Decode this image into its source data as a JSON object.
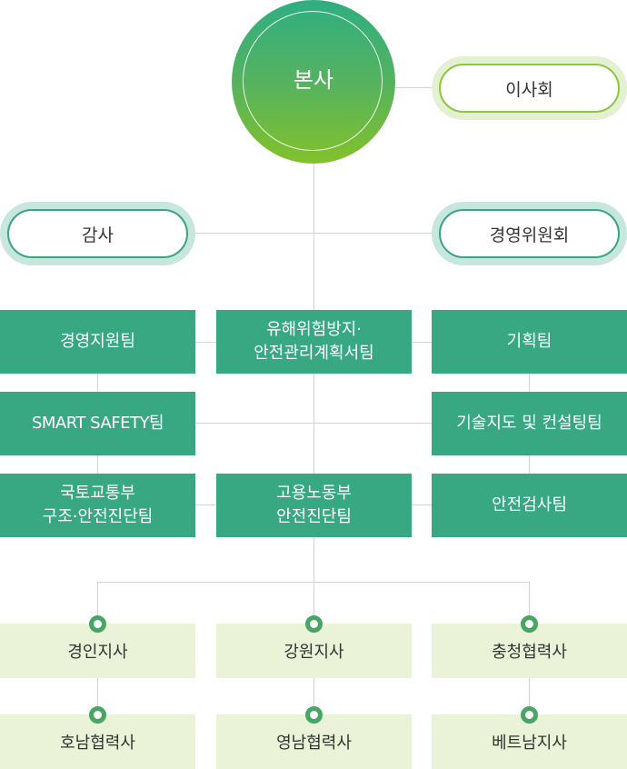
{
  "headquarters": {
    "label": "본사"
  },
  "board": {
    "label": "이사회"
  },
  "audit": {
    "label": "감사"
  },
  "management_committee": {
    "label": "경영위원회"
  },
  "teams": {
    "management_support": "경영지원팀",
    "harmful_risk_line1": "유해위험방지·",
    "harmful_risk_line2": "안전관리계획서팀",
    "planning": "기획팀",
    "smart_safety": "SMART SAFETY팀",
    "technical_guidance": "기술지도 및 컨설팅팀",
    "molit_line1": "국토교통부",
    "molit_line2": "구조·안전진단팀",
    "moel_line1": "고용노동부",
    "moel_line2": "안전진단팀",
    "safety_inspection": "안전검사팀"
  },
  "branches": {
    "gyeongin": "경인지사",
    "gangwon": "강원지사",
    "chungcheong": "충청협력사",
    "honam": "호남협력사",
    "yeongnam": "영남협력사",
    "vietnam": "베트남지사"
  },
  "colors": {
    "team_box": "#38a883",
    "branch_box": "#eaf2d8",
    "board_ring": "#8cc63f",
    "committee_ring": "#3aa483",
    "connector": "#d2d2d2"
  }
}
